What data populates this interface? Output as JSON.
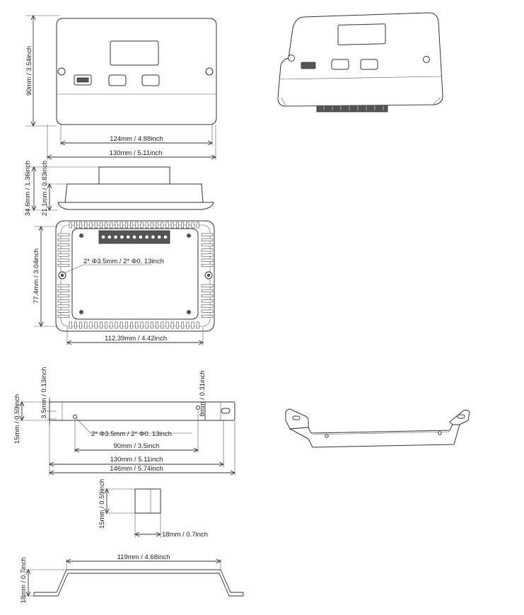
{
  "dimensions": {
    "front_height": "90mm / 3.54inch",
    "front_inner_width": "124mm / 4.88inch",
    "front_outer_width": "130mm /  5.11inch",
    "side_total_depth": "34.6mm / 1.36inch",
    "side_body_depth": "21.1mm / 0.83inch",
    "back_height": "77.4mm / 3.04inch",
    "back_hole_note": "2* Φ3.5mm / 2* Φ0. 13inch",
    "back_width": "112.39mm / 4.42inch",
    "bracket_height": "15mm / 0.59inch",
    "bracket_hole_dia": "3.5mm / 0.13inch",
    "bracket_slot": "8mm / 0.31inch",
    "bracket_hole_note": "2* Φ3.5mm / 2* Φ0. 13inch",
    "bracket_hole_spacing": "90mm / 3.5inch",
    "bracket_span": "130mm / 5.11inch",
    "bracket_length": "146mm / 5.74inch",
    "tab_height": "15mm / 0.59inch",
    "tab_width": "18mm / 0.7inch",
    "bracket_inner_length": "119mm / 4.68inch",
    "bracket_depth": "18mm / 0.7inch"
  },
  "colors": {
    "line": "#333333",
    "terminal": "#555555"
  }
}
